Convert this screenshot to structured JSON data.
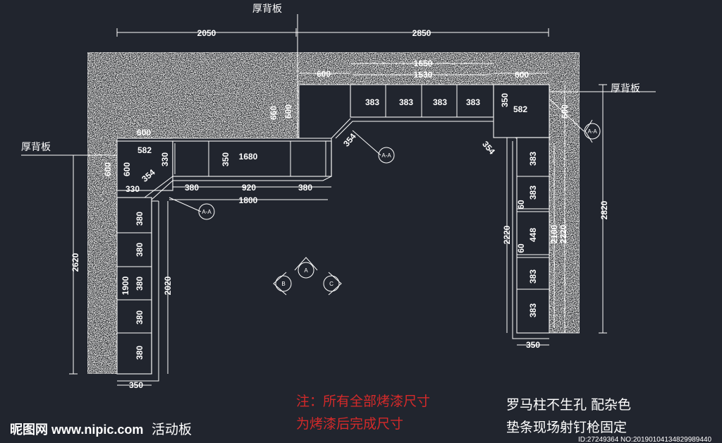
{
  "labels": {
    "thick_back_top": "厚背板",
    "thick_back_right": "厚背板",
    "thick_back_left": "厚背板",
    "section_aa": "A-A",
    "view_a": "A",
    "view_b": "B",
    "view_c": "C"
  },
  "dims": {
    "top_left": "2050",
    "top_right": "2850",
    "mid_1650": "1650",
    "mid_1530": "1530",
    "mid_600_left": "600",
    "mid_600_right": "600",
    "top_cells": [
      "383",
      "383",
      "383",
      "383"
    ],
    "top_350": "350",
    "top_582": "582",
    "top_660": "660",
    "top_600": "600",
    "right_600": "600",
    "left_600_top": "600",
    "left_582": "582",
    "left_330_v": "330",
    "left_350_v": "350",
    "left_1680": "1680",
    "left_600_outer": "600",
    "left_600_inner": "600",
    "left_354": "354",
    "left_330_h": "330",
    "bottom_380_a": "380",
    "bottom_920": "920",
    "bottom_380_b": "380",
    "bottom_1800": "1800",
    "mid_354_a": "354",
    "mid_354_b": "354",
    "left_2620": "2620",
    "left_cells": [
      "380",
      "380",
      "380",
      "380",
      "380"
    ],
    "left_1900": "1900",
    "left_2020": "2020",
    "left_350": "350",
    "right_2220_outer": "2220",
    "right_cells": [
      "383",
      "383",
      "448",
      "383",
      "383"
    ],
    "right_60_a": "60",
    "right_60_b": "60",
    "right_2100": "2100",
    "right_2220_inner": "2220",
    "right_2820": "2820",
    "right_350": "350"
  },
  "notes": {
    "red_line1": "注：所有全部烤漆尺寸",
    "red_line2": "为烤漆后完成尺寸",
    "white_line1": "罗马柱不生孔 配杂色",
    "white_line2": "垫条现场射钉枪固定",
    "bottom_left": "活动板"
  },
  "watermark": {
    "site": "昵图网 www.nipic.com",
    "id": "ID:27249364 NO:20190104134829989440"
  },
  "colors": {
    "background": "#21252e",
    "note_red": "#d42a2a",
    "line": "#ffffff"
  }
}
